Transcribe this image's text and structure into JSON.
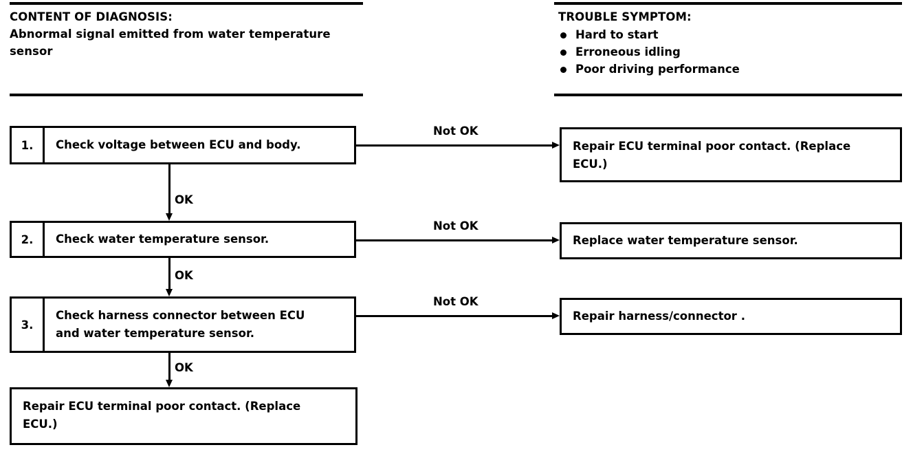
{
  "header": {
    "diagnosis": {
      "title": "CONTENT OF DIAGNOSIS:",
      "body": "CONTENT OF DIAGNOSIS:\nAbnormal signal emitted from water temperature\nsensor"
    },
    "symptom": {
      "title": "TROUBLE SYMPTOM:",
      "items": [
        "Hard to start",
        "Erroneous idling",
        "Poor driving performance"
      ]
    }
  },
  "flow": {
    "steps": [
      {
        "number": "1.",
        "text": "Check voltage between ECU and body.",
        "fail_label": "Not OK",
        "pass_label": "OK",
        "result": "Repair ECU terminal poor contact. (Replace\nECU.)"
      },
      {
        "number": "2.",
        "text": "Check water temperature sensor.",
        "fail_label": "Not OK",
        "pass_label": "OK",
        "result": "Replace water temperature sensor."
      },
      {
        "number": "3.",
        "text": " Check harness connector between ECU\nand water temperature sensor.",
        "fail_label": "Not OK",
        "pass_label": "OK",
        "result": "Repair harness/connector ."
      }
    ],
    "final": {
      "text": "Repair ECU  terminal  poor  contact.  (Replace\nECU.)"
    }
  },
  "colors": {
    "ink": "#000000",
    "paper": "#ffffff"
  }
}
